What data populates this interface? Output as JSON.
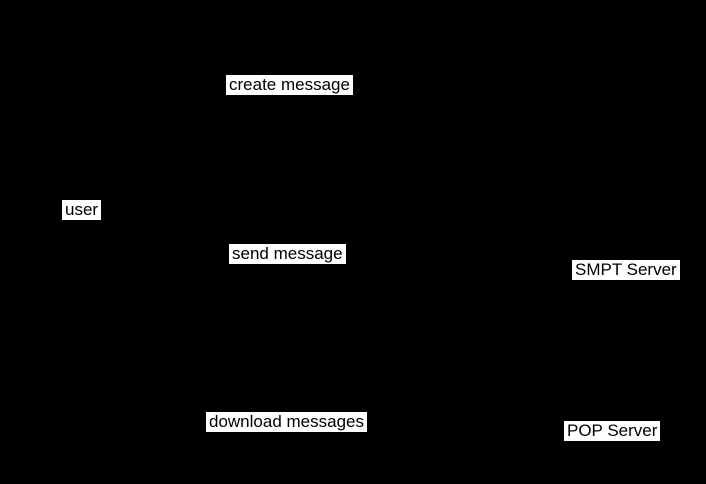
{
  "diagram": {
    "type": "use-case-diagram",
    "background_color": "#000000",
    "label_background_color": "#ffffff",
    "label_text_color": "#000000",
    "nodes": [
      {
        "id": "create-message",
        "label": "create message"
      },
      {
        "id": "user",
        "label": "user"
      },
      {
        "id": "send-message",
        "label": "send message"
      },
      {
        "id": "smpt-server",
        "label": "SMPT Server"
      },
      {
        "id": "download-messages",
        "label": "download messages"
      },
      {
        "id": "pop-server",
        "label": "POP Server"
      }
    ]
  }
}
